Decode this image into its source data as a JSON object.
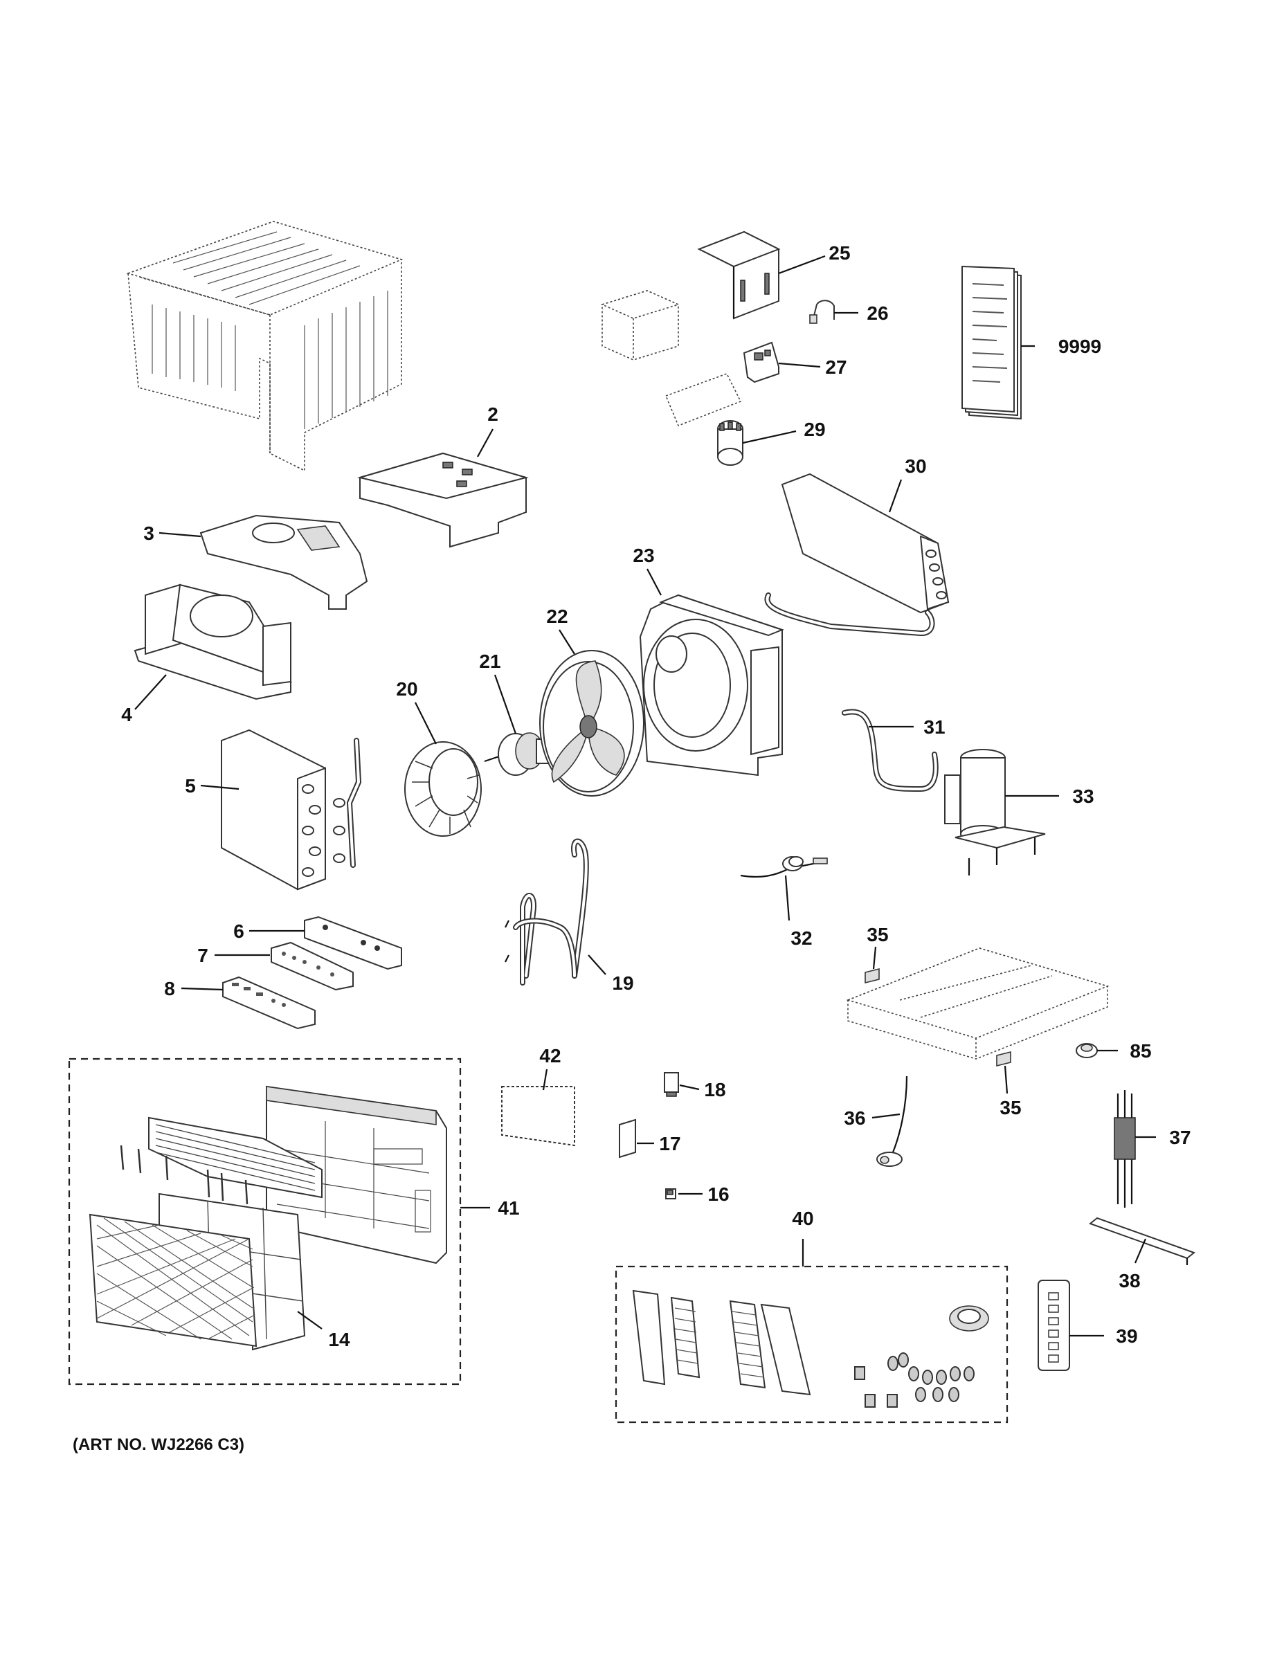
{
  "diagram": {
    "art_number": "(ART NO. WJ2266 C3)",
    "callouts": [
      {
        "id": "c2",
        "label": "2"
      },
      {
        "id": "c3",
        "label": "3"
      },
      {
        "id": "c4",
        "label": "4"
      },
      {
        "id": "c5",
        "label": "5"
      },
      {
        "id": "c6",
        "label": "6"
      },
      {
        "id": "c7",
        "label": "7"
      },
      {
        "id": "c8",
        "label": "8"
      },
      {
        "id": "c14",
        "label": "14"
      },
      {
        "id": "c16",
        "label": "16"
      },
      {
        "id": "c17",
        "label": "17"
      },
      {
        "id": "c18",
        "label": "18"
      },
      {
        "id": "c19",
        "label": "19"
      },
      {
        "id": "c20",
        "label": "20"
      },
      {
        "id": "c21",
        "label": "21"
      },
      {
        "id": "c22",
        "label": "22"
      },
      {
        "id": "c23",
        "label": "23"
      },
      {
        "id": "c25",
        "label": "25"
      },
      {
        "id": "c26",
        "label": "26"
      },
      {
        "id": "c27",
        "label": "27"
      },
      {
        "id": "c29",
        "label": "29"
      },
      {
        "id": "c30",
        "label": "30"
      },
      {
        "id": "c31",
        "label": "31"
      },
      {
        "id": "c32",
        "label": "32"
      },
      {
        "id": "c33",
        "label": "33"
      },
      {
        "id": "c35a",
        "label": "35"
      },
      {
        "id": "c35b",
        "label": "35"
      },
      {
        "id": "c36",
        "label": "36"
      },
      {
        "id": "c37",
        "label": "37"
      },
      {
        "id": "c38",
        "label": "38"
      },
      {
        "id": "c39",
        "label": "39"
      },
      {
        "id": "c40",
        "label": "40"
      },
      {
        "id": "c41",
        "label": "41"
      },
      {
        "id": "c42",
        "label": "42"
      },
      {
        "id": "c85",
        "label": "85"
      },
      {
        "id": "c9999",
        "label": "9999"
      }
    ]
  }
}
